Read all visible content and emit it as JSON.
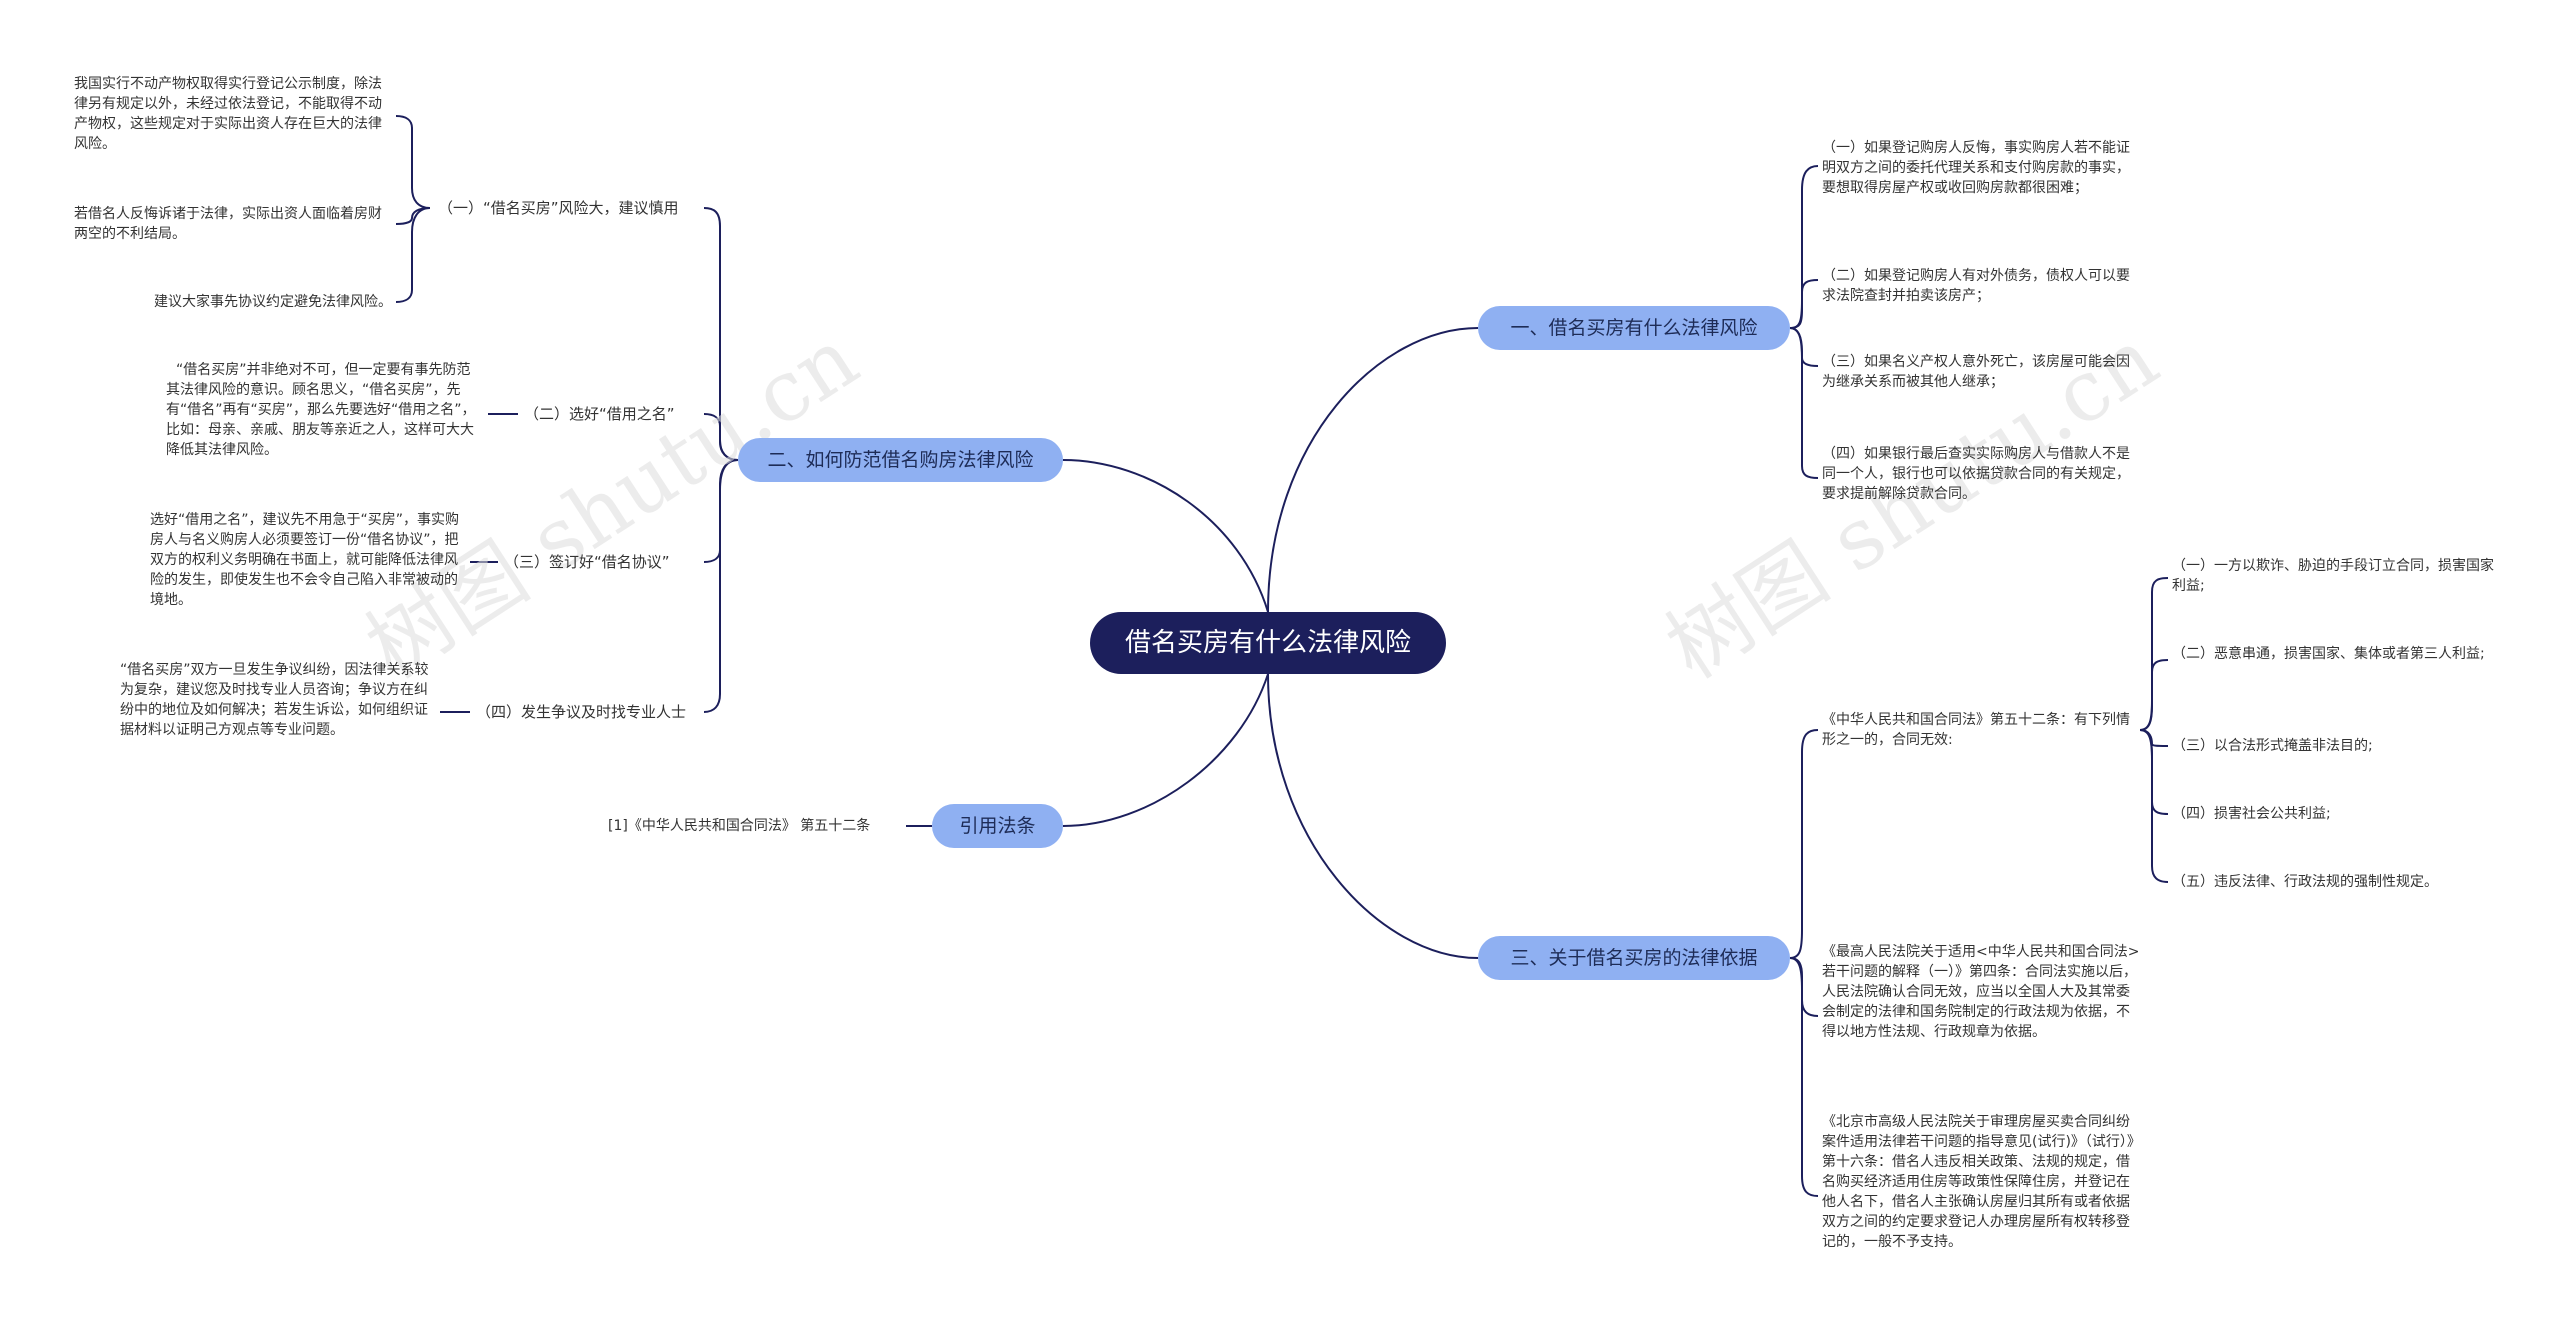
{
  "watermark": "树图 shutu.cn",
  "root": "借名买房有什么法律风险",
  "branches": {
    "b1": "一、借名买房有什么法律风险",
    "b2": "二、如何防范借名购房法律风险",
    "b3": "三、关于借名买房的法律依据",
    "b4": "引用法条"
  },
  "b1_leaves": [
    "（一）如果登记购房人反悔，事实购房人若不能证明双方之间的委托代理关系和支付购房款的事实，要想取得房屋产权或收回购房款都很困难；",
    "（二）如果登记购房人有对外债务，债权人可以要求法院查封并拍卖该房产；",
    "（三）如果名义产权人意外死亡，该房屋可能会因为继承关系而被其他人继承；",
    "（四）如果银行最后查实实际购房人与借款人不是同一个人，银行也可以依据贷款合同的有关规定，要求提前解除贷款合同。"
  ],
  "b2_subs": [
    "（一）“借名买房”风险大，建议慎用",
    "（二）选好“借用之名”",
    "（三）签订好“借名协议”",
    "（四）发生争议及时找专业人士"
  ],
  "b2_s1_leaves": [
    "我国实行不动产物权取得实行登记公示制度，除法律另有规定以外，未经过依法登记，不能取得不动产物权，这些规定对于实际出资人存在巨大的法律风险。",
    "若借名人反悔诉诸于法律，实际出资人面临着房财两空的不利结局。",
    "建议大家事先协议约定避免法律风险。"
  ],
  "b2_s2_leaf": "“借名买房”并非绝对不可，但一定要有事先防范其法律风险的意识。顾名思义，“借名买房”，先有“借名”再有“买房”，那么先要选好“借用之名”，比如：母亲、亲戚、朋友等亲近之人，这样可大大降低其法律风险。",
  "b2_s3_leaf": "选好“借用之名”，建议先不用急于“买房”，事实购房人与名义购房人必须要签订一份“借名协议”，把双方的权利义务明确在书面上，就可能降低法律风险的发生，即使发生也不会令自己陷入非常被动的境地。",
  "b2_s4_leaf": "“借名买房”双方一旦发生争议纠纷，因法律关系较为复杂，建议您及时找专业人员咨询；争议方在纠纷中的地位及如何解决；若发生诉讼，如何组织证据材料以证明己方观点等专业问题。",
  "b3_subs": [
    "《中华人民共和国合同法》第五十二条：有下列情形之一的，合同无效:",
    "《最高人民法院关于适用<中华人民共和国合同法>若干问题的解释（一）》第四条：合同法实施以后，人民法院确认合同无效，应当以全国人大及其常委会制定的法律和国务院制定的行政法规为依据，不得以地方性法规、行政规章为依据。",
    "《北京市高级人民法院关于审理房屋买卖合同纠纷案件适用法律若干问题的指导意见(试行)》（试行）》第十六条：借名人违反相关政策、法规的规定，借名购买经济适用住房等政策性保障住房，并登记在他人名下，借名人主张确认房屋归其所有或者依据双方之间的约定要求登记人办理房屋所有权转移登记的，一般不予支持。"
  ],
  "b3_s1_leaves": [
    "（一）一方以欺诈、胁迫的手段订立合同，损害国家利益;",
    "（二）恶意串通，损害国家、集体或者第三人利益;",
    "（三）以合法形式掩盖非法目的;",
    "（四）损害社会公共利益;",
    "（五）违反法律、行政法规的强制性规定。"
  ],
  "b4_leaf": "[1]《中华人民共和国合同法》 第五十二条"
}
